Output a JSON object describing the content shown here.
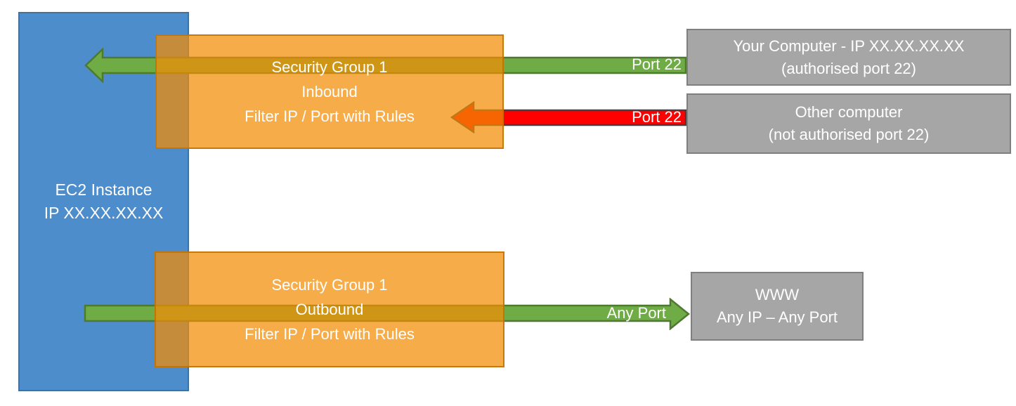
{
  "colors": {
    "blue-fill": "#4E8DCB",
    "blue-border": "#41719C",
    "green-fill": "#6FAC46",
    "green-border": "#4E7A30",
    "red-fill": "#FF0000",
    "red-border": "#404040",
    "gray-fill": "#A6A6A6",
    "gray-border": "#7F7F7F",
    "text": "#FFFFFF"
  },
  "nodes": {
    "ec2": {
      "line1": "EC2 Instance",
      "line2": "IP XX.XX.XX.XX"
    },
    "sg_inbound": {
      "line1": "Security Group 1",
      "line2": "Inbound",
      "line3": "Filter IP / Port with Rules"
    },
    "sg_outbound": {
      "line1": "Security Group 1",
      "line2": "Outbound",
      "line3": "Filter IP / Port with Rules"
    },
    "your_computer": {
      "line1": "Your Computer - IP XX.XX.XX.XX",
      "line2": "(authorised port 22)"
    },
    "other_computer": {
      "line1": "Other computer",
      "line2": "(not authorised port 22)"
    },
    "www": {
      "line1": "WWW",
      "line2": "Any IP – Any Port"
    }
  },
  "arrows": {
    "inbound_allowed": {
      "label": "Port 22",
      "direction": "left",
      "status": "allowed"
    },
    "inbound_denied": {
      "label": "Port 22",
      "direction": "left",
      "status": "denied"
    },
    "outbound": {
      "label": "Any Port",
      "direction": "right",
      "status": "allowed"
    }
  }
}
